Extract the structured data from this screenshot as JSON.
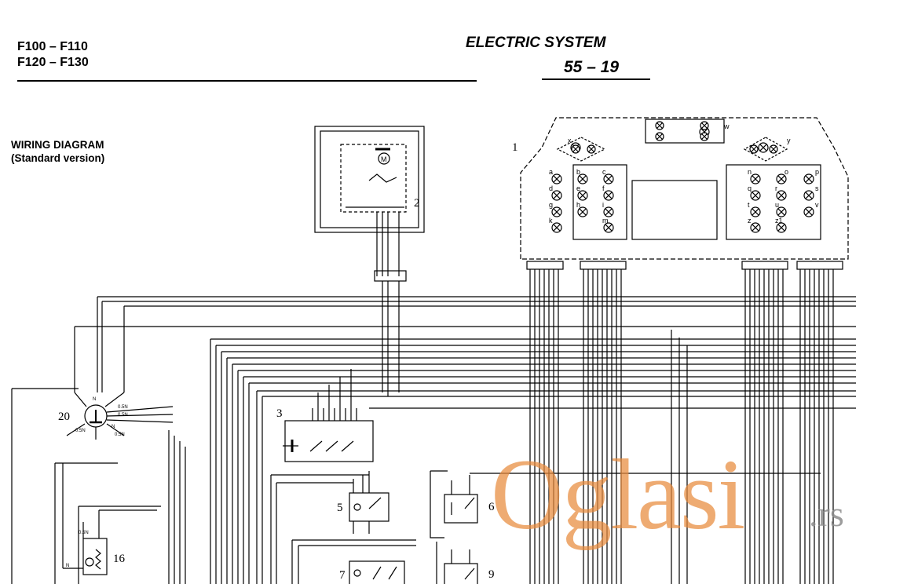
{
  "header": {
    "models_line1": "F100 – F110",
    "models_line2": "F120 – F130",
    "section_title": "ELECTRIC SYSTEM",
    "page_number": "55 – 19"
  },
  "diagram": {
    "title_line1": "WIRING DIAGRAM",
    "title_line2": "(Standard version)",
    "component_numbers": {
      "c1": "1",
      "c2": "2",
      "c3": "3",
      "c5": "5",
      "c6": "6",
      "c7": "7",
      "c9": "9",
      "c16": "16",
      "c20": "20"
    },
    "lamp_letters": [
      "a",
      "b",
      "c",
      "d",
      "e",
      "f",
      "g",
      "h",
      "i",
      "k",
      "m",
      "n",
      "o",
      "p",
      "q",
      "r",
      "s",
      "t",
      "u",
      "v",
      "z",
      "z1",
      "w",
      "x",
      "y"
    ],
    "motor_symbol": "M",
    "wire_codes": [
      "0.5N",
      "0.5N",
      "0.5N",
      "N",
      "N",
      "0.5N",
      "N",
      "0.5N"
    ]
  },
  "watermark": {
    "text": "Oglasi",
    "tld": ".rs"
  }
}
